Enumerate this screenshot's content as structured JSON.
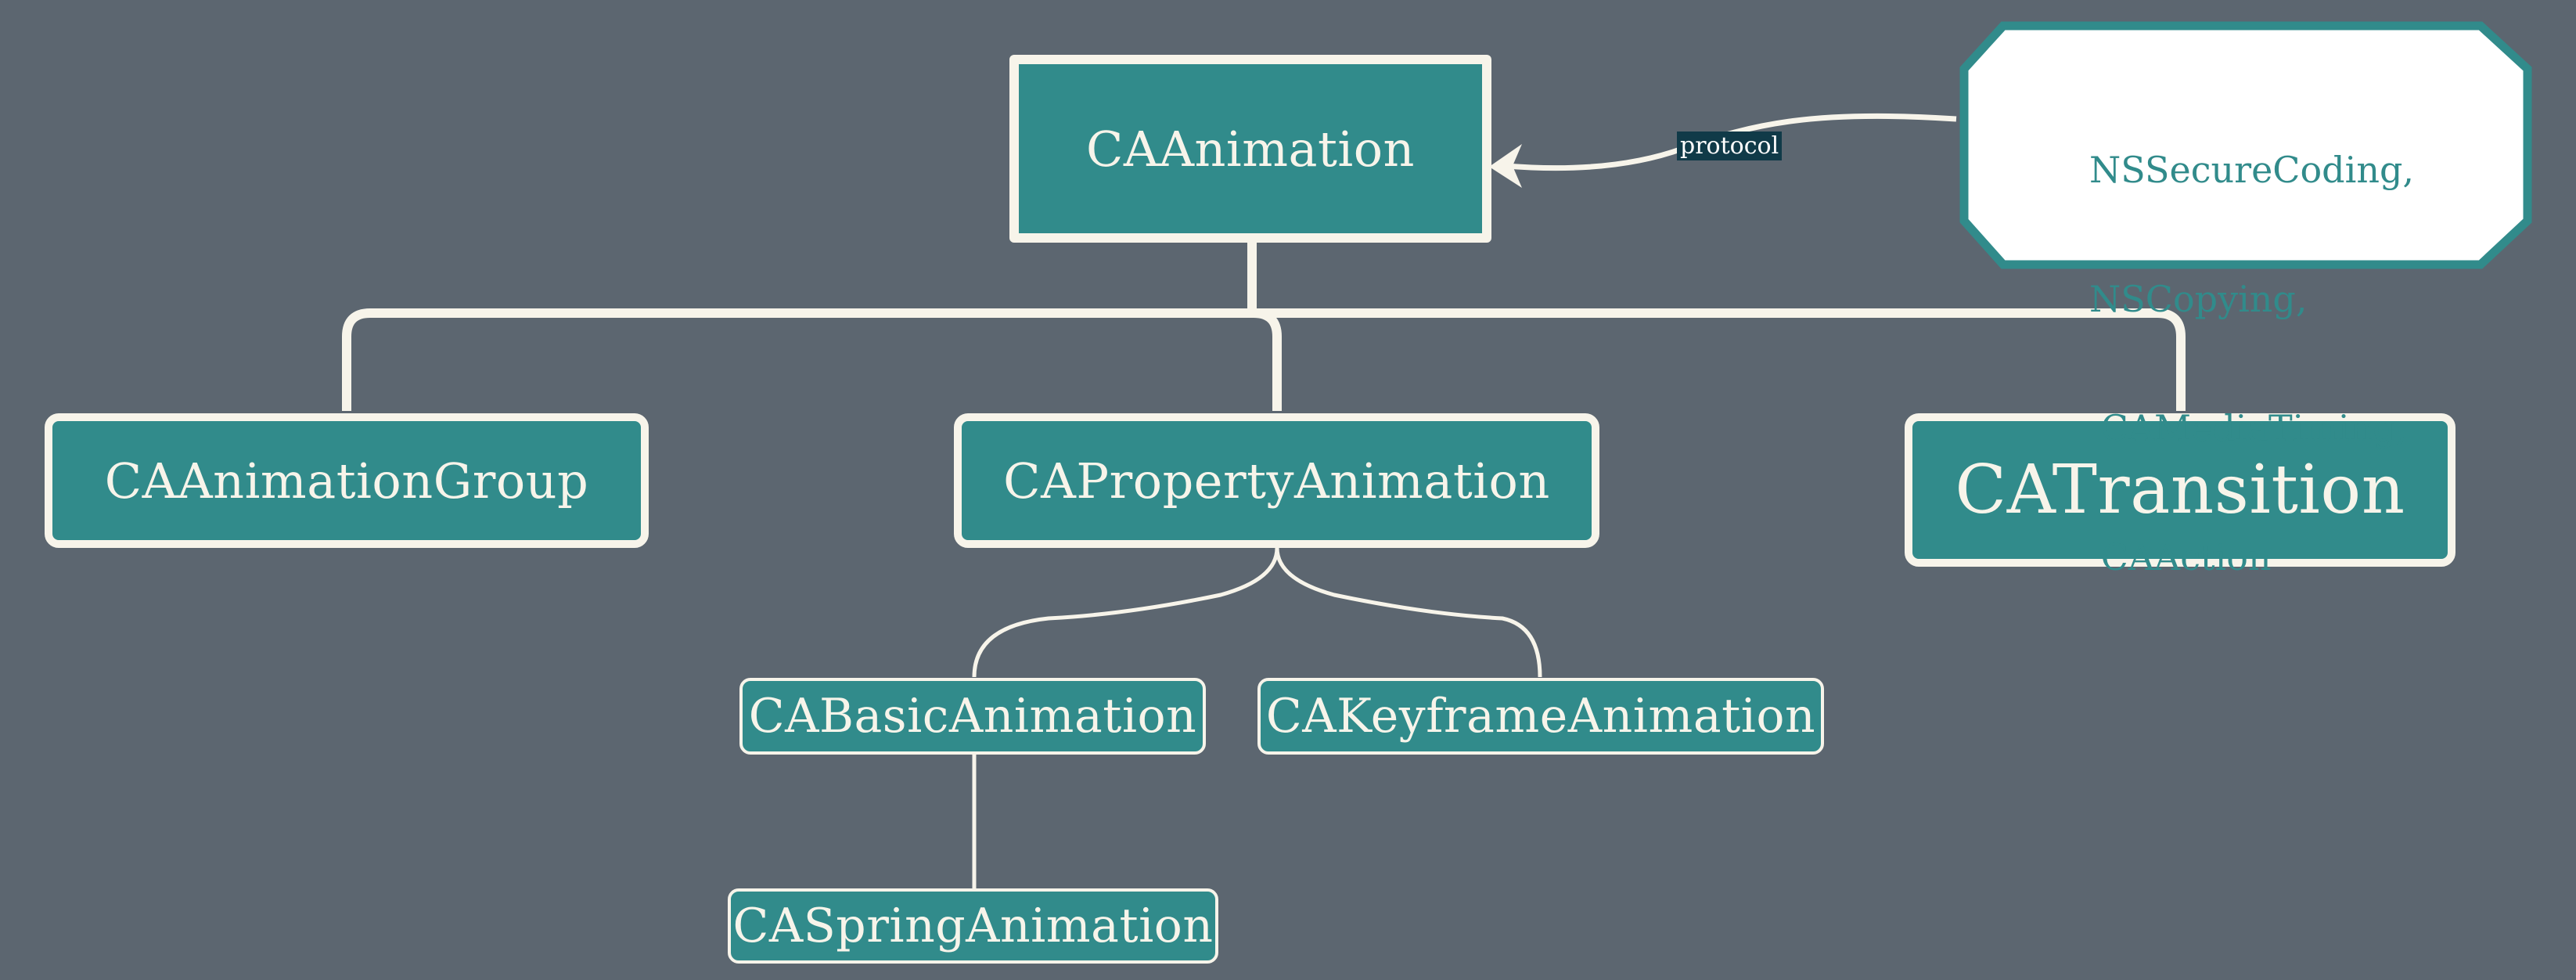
{
  "nodes": {
    "root": "CAAnimation",
    "group": "CAAnimationGroup",
    "property": "CAPropertyAnimation",
    "transition": "CATransition",
    "basic": "CABasicAnimation",
    "keyframe": "CAKeyframeAnimation",
    "spring": "CASpringAnimation"
  },
  "protocol_edge_label": "protocol",
  "protocols": [
    "NSSecureCoding,",
    "NSCopying,",
    " CAMediaTiming,",
    " CAAction"
  ],
  "colors": {
    "background": "#5c6670",
    "node_fill": "#318b8b",
    "line": "#f7f4ea",
    "protocol_fill": "#ffffff",
    "protocol_text": "#318b8b",
    "label_bg": "#103a48"
  }
}
